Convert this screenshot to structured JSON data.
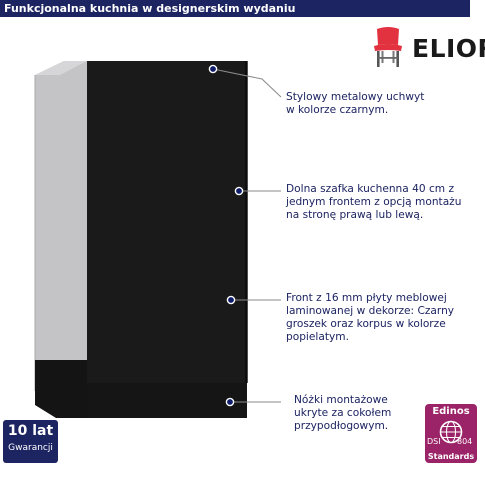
{
  "banner": {
    "title": "Funkcjonalna kuchnia w designerskim wydaniu"
  },
  "brand": {
    "logo_text": "ELIOR",
    "chair_color": "#e2313f"
  },
  "product": {
    "front_color": "#1a1a1a",
    "body_color": "#c4c4c6",
    "plinth_color": "#141414"
  },
  "callouts": [
    {
      "text": "Stylowy metalowy uchwyt\nw kolorze czarnym."
    },
    {
      "text": "Dolna szafka kuchenna 40 cm z\njednym frontem z opcją montażu\nna stronę prawą lub lewą."
    },
    {
      "text": "Front z 16 mm płyty meblowej\nlaminowanej w dekorze: Czarny\ngroszek oraz korpus w kolorze\npopielatym."
    },
    {
      "text": "Nóżki montażowe\nukryte za cokołem\nprzypodłogowym."
    }
  ],
  "badges": {
    "warranty_years": "10 lat",
    "warranty_label": "Gwarancji",
    "edinos_name": "Edinos",
    "edinos_standard_left": "DSI",
    "edinos_standard_num": "804",
    "edinos_footer": "Standards",
    "edinos_color": "#9b2367"
  },
  "accent_color": "#1d2462"
}
